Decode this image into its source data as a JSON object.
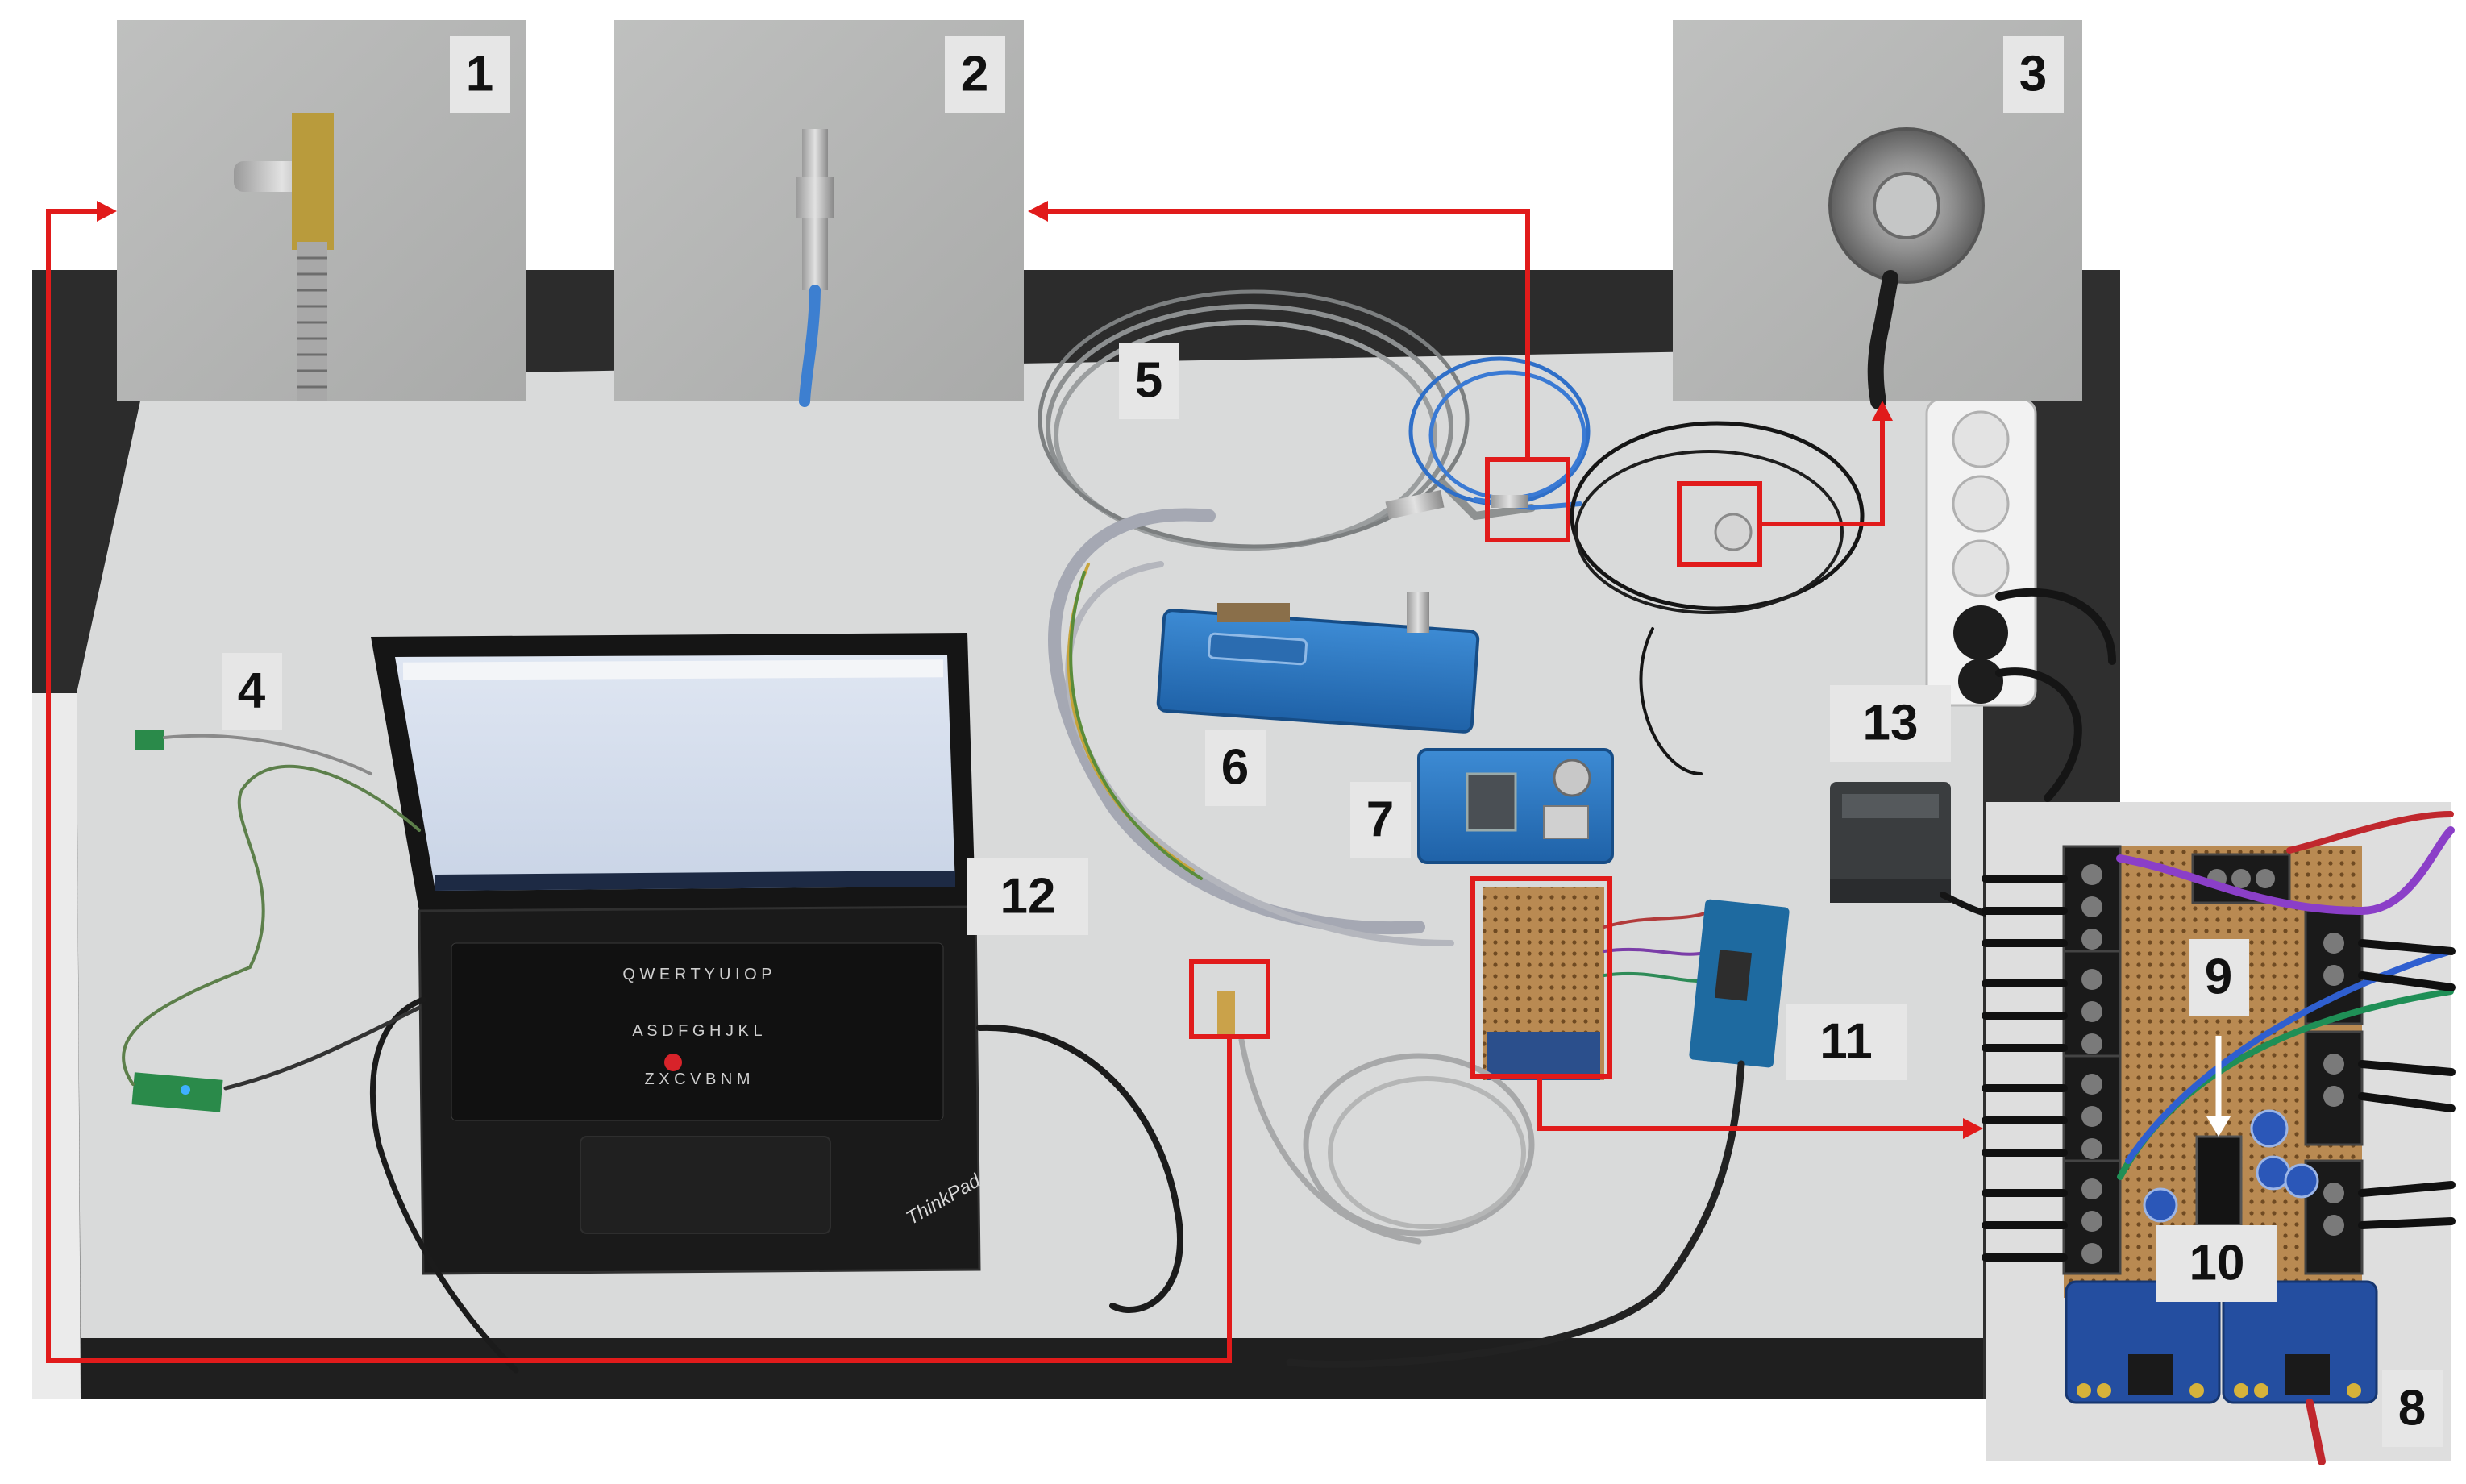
{
  "labels": {
    "l1": "1",
    "l2": "2",
    "l3": "3",
    "l4": "4",
    "l5": "5",
    "l6": "6",
    "l7": "7",
    "l8": "8",
    "l9": "9",
    "l10": "10",
    "l11": "11",
    "l12": "12",
    "l13": "13"
  },
  "device_text": {
    "laptop_brand": "ThinkPad",
    "key_row_a": "A S D F G H J K L",
    "key_row_q": "Q W E R T Y U I O P",
    "key_row_z": "Z X C V B N M"
  },
  "colors": {
    "callout": "#e11b1b",
    "desk": "#d7d8d8",
    "desk_edge": "#2a2a2a",
    "module_blue": "#2a78c2",
    "label_bg": "#e6e6e6"
  }
}
